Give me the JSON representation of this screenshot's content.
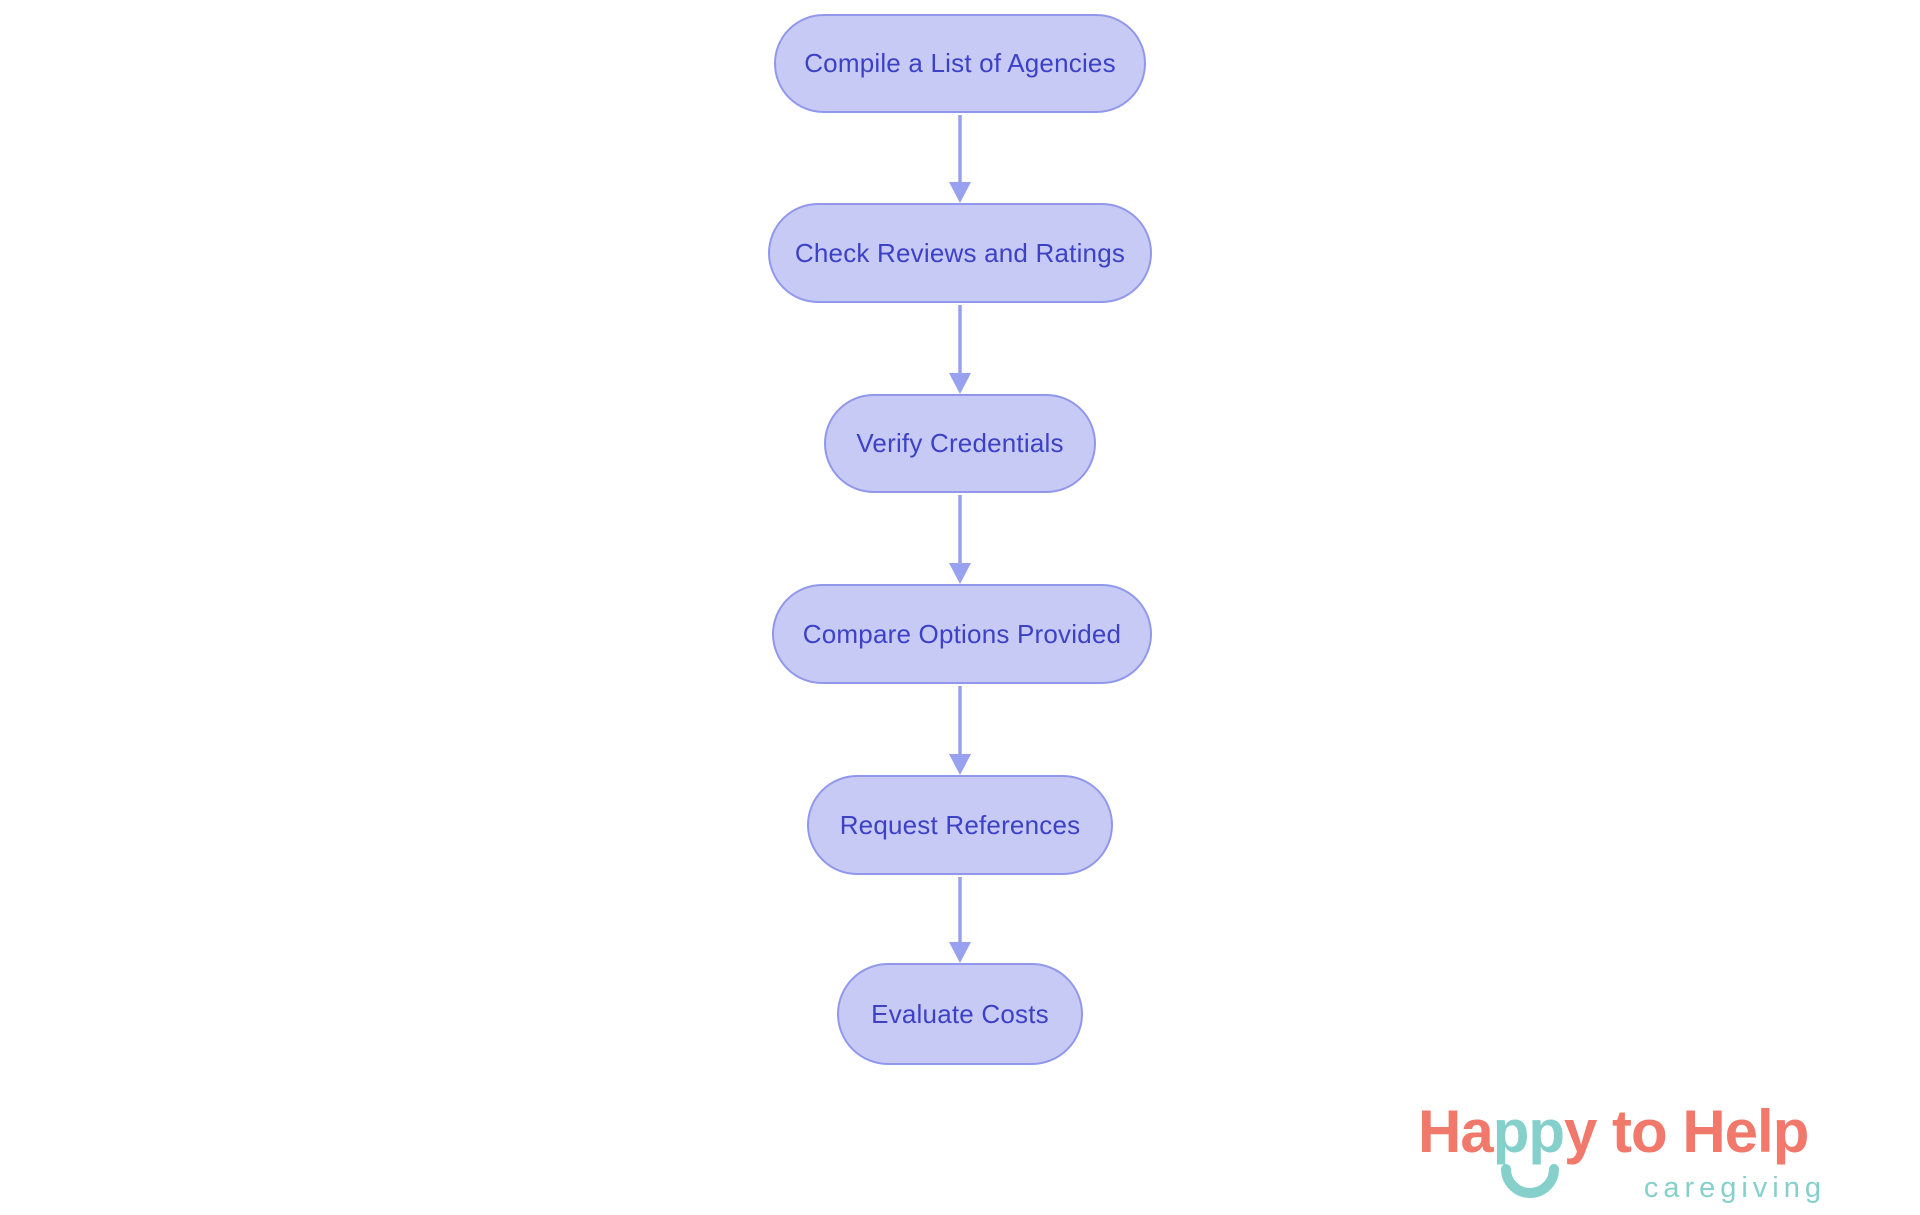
{
  "colors": {
    "background": "#ffffff",
    "node_fill": "#c7caf4",
    "node_border": "#9198ec",
    "node_text": "#3c41c6",
    "arrow": "#98a0f0",
    "logo_coral": "#f0796b",
    "logo_teal": "#86d0cc"
  },
  "flowchart": {
    "type": "vertical-flowchart",
    "nodes": [
      {
        "id": 0,
        "label": "Compile a List of Agencies"
      },
      {
        "id": 1,
        "label": "Check Reviews and Ratings"
      },
      {
        "id": 2,
        "label": "Verify Credentials"
      },
      {
        "id": 3,
        "label": "Compare Options Provided"
      },
      {
        "id": 4,
        "label": "Request References"
      },
      {
        "id": 5,
        "label": "Evaluate Costs"
      }
    ],
    "edges": [
      {
        "from": 0,
        "to": 1
      },
      {
        "from": 1,
        "to": 2
      },
      {
        "from": 2,
        "to": 3
      },
      {
        "from": 3,
        "to": 4
      },
      {
        "from": 4,
        "to": 5
      }
    ]
  },
  "logo": {
    "word_start": "Ha",
    "word_mid": "pp",
    "word_end": "y to Help",
    "tagline": "caregiving",
    "smile_icon": "smile-icon"
  }
}
